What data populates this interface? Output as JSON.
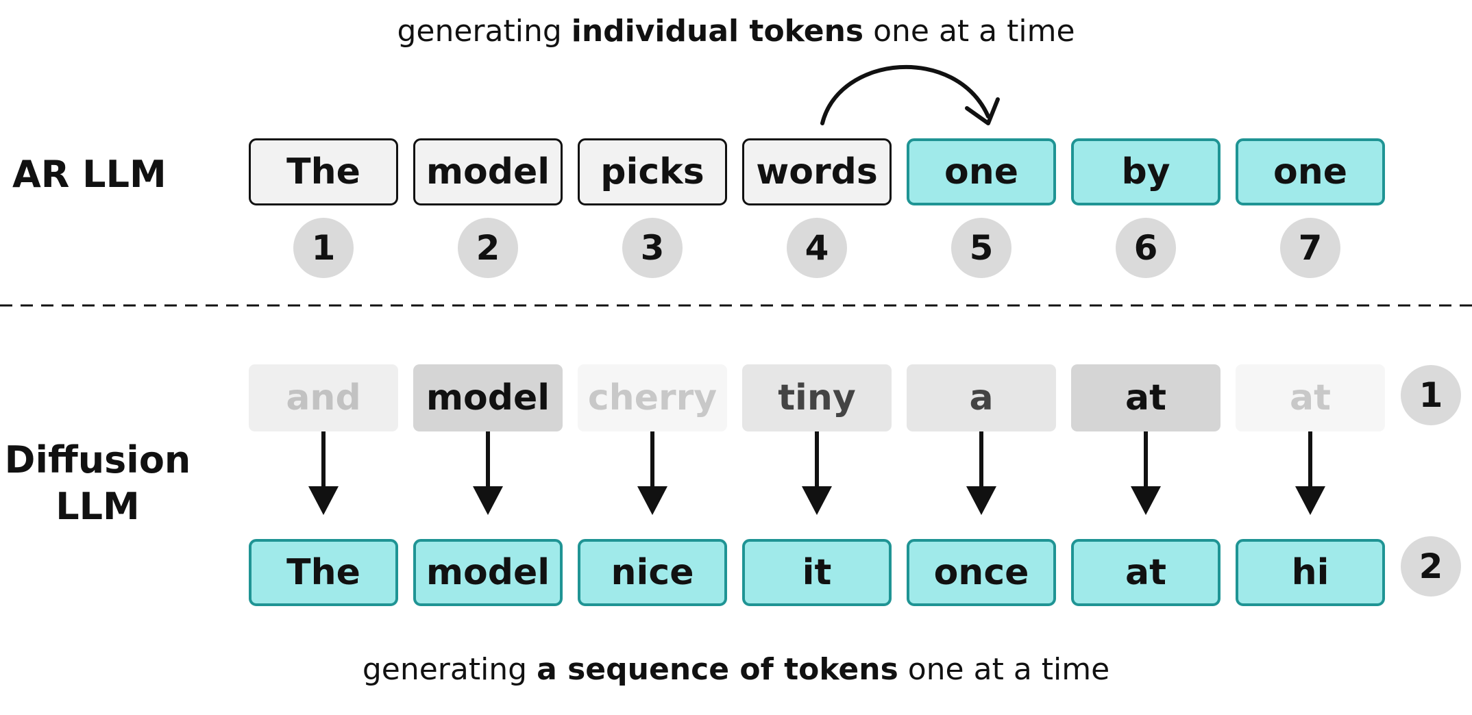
{
  "ar": {
    "label": "AR LLM",
    "caption": {
      "before": "generating ",
      "bold": "individual tokens",
      "after": " one at a time"
    },
    "tokens": [
      {
        "text": "The",
        "generated": false
      },
      {
        "text": "model",
        "generated": false
      },
      {
        "text": "picks",
        "generated": false
      },
      {
        "text": "words",
        "generated": false
      },
      {
        "text": "one",
        "generated": true
      },
      {
        "text": "by",
        "generated": true
      },
      {
        "text": "one",
        "generated": true
      }
    ],
    "positions": [
      "1",
      "2",
      "3",
      "4",
      "5",
      "6",
      "7"
    ]
  },
  "diffusion": {
    "label_lines": [
      "Diffusion",
      "LLM"
    ],
    "caption": {
      "before": "generating ",
      "bold": "a sequence of tokens",
      "after": " one at a time"
    },
    "candidates": [
      {
        "text": "and",
        "shade": "faint"
      },
      {
        "text": "model",
        "shade": "strong"
      },
      {
        "text": "cherry",
        "shade": "faintest"
      },
      {
        "text": "tiny",
        "shade": "medium"
      },
      {
        "text": "a",
        "shade": "medium"
      },
      {
        "text": "at",
        "shade": "strong"
      },
      {
        "text": "at",
        "shade": "faintest"
      }
    ],
    "outputs": [
      "The",
      "model",
      "nice",
      "it",
      "once",
      "at",
      "hi"
    ],
    "steps": [
      "1",
      "2"
    ]
  },
  "colors": {
    "teal_fill": "#a0eaea",
    "teal_border": "#1f9494",
    "plain_fill": "#f2f2f2",
    "circle_fill": "#dadada",
    "ink": "#111111"
  }
}
